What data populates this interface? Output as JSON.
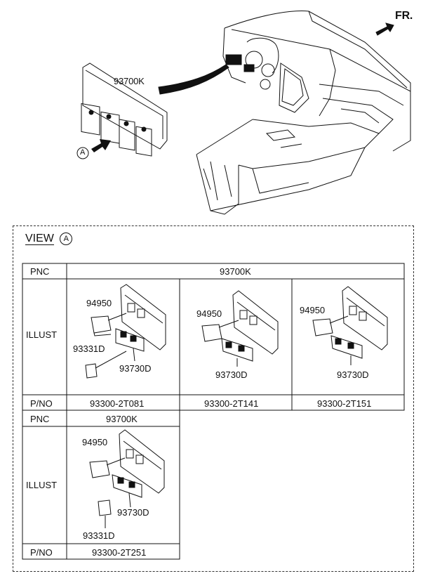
{
  "top": {
    "fr_label": "FR.",
    "part_label": "93700K",
    "view_marker": "A"
  },
  "view": {
    "title": "VIEW",
    "marker": "A"
  },
  "table1": {
    "pnc_header": "PNC",
    "pnc_value": "93700K",
    "illust_header": "ILLUST",
    "pno_header": "P/NO",
    "columns": [
      {
        "labels": [
          "94950",
          "93331D",
          "93730D"
        ],
        "pno": "93300-2T081"
      },
      {
        "labels": [
          "94950",
          "93730D"
        ],
        "pno": "93300-2T141"
      },
      {
        "labels": [
          "94950",
          "93730D"
        ],
        "pno": "93300-2T151"
      }
    ]
  },
  "table2": {
    "pnc_header": "PNC",
    "pnc_value": "93700K",
    "illust_header": "ILLUST",
    "pno_header": "P/NO",
    "labels": [
      "94950",
      "93730D",
      "93331D"
    ],
    "pno": "93300-2T251"
  }
}
